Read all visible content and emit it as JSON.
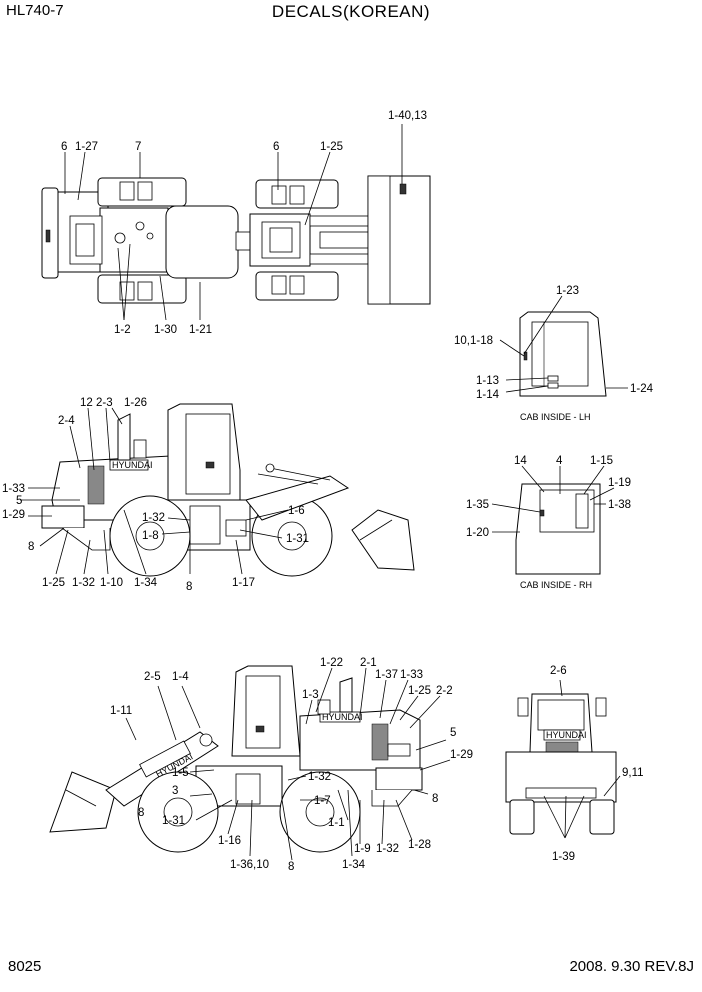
{
  "header": {
    "model": "HL740-7",
    "title": "DECALS(KOREAN)"
  },
  "footer": {
    "page": "8025",
    "revision": "2008. 9.30  REV.8J"
  },
  "captions": {
    "cab_lh": "CAB INSIDE - LH",
    "cab_rh": "CAB INSIDE - RH",
    "emblem": "HYUNDAI"
  },
  "labels": {
    "top": [
      "6",
      "1-27",
      "7",
      "6",
      "1-25",
      "1-40,13",
      "1-2",
      "1-30",
      "1-21"
    ],
    "left": [
      "2-4",
      "12",
      "2-3",
      "1-26",
      "1-33",
      "5",
      "1-29",
      "1-32",
      "1-8",
      "1-6",
      "1-31",
      "8",
      "1-25",
      "1-32",
      "1-10",
      "1-34",
      "8",
      "1-17"
    ],
    "cab_lh": [
      "1-23",
      "10,1-18",
      "1-13",
      "1-14",
      "1-24"
    ],
    "cab_rh": [
      "14",
      "4",
      "1-15",
      "1-19",
      "1-35",
      "1-38",
      "1-20"
    ],
    "right": [
      "1-22",
      "2-1",
      "1-37",
      "1-33",
      "2-5",
      "1-4",
      "1-25",
      "2-2",
      "1-3",
      "1-11",
      "5",
      "1-29",
      "1-32",
      "1-5",
      "3",
      "1-7",
      "8",
      "8",
      "1-31",
      "1-1",
      "1-28",
      "1-16",
      "1-9",
      "1-32",
      "1-36,10",
      "8",
      "1-34"
    ],
    "rear": [
      "2-6",
      "9,11",
      "1-39"
    ]
  }
}
